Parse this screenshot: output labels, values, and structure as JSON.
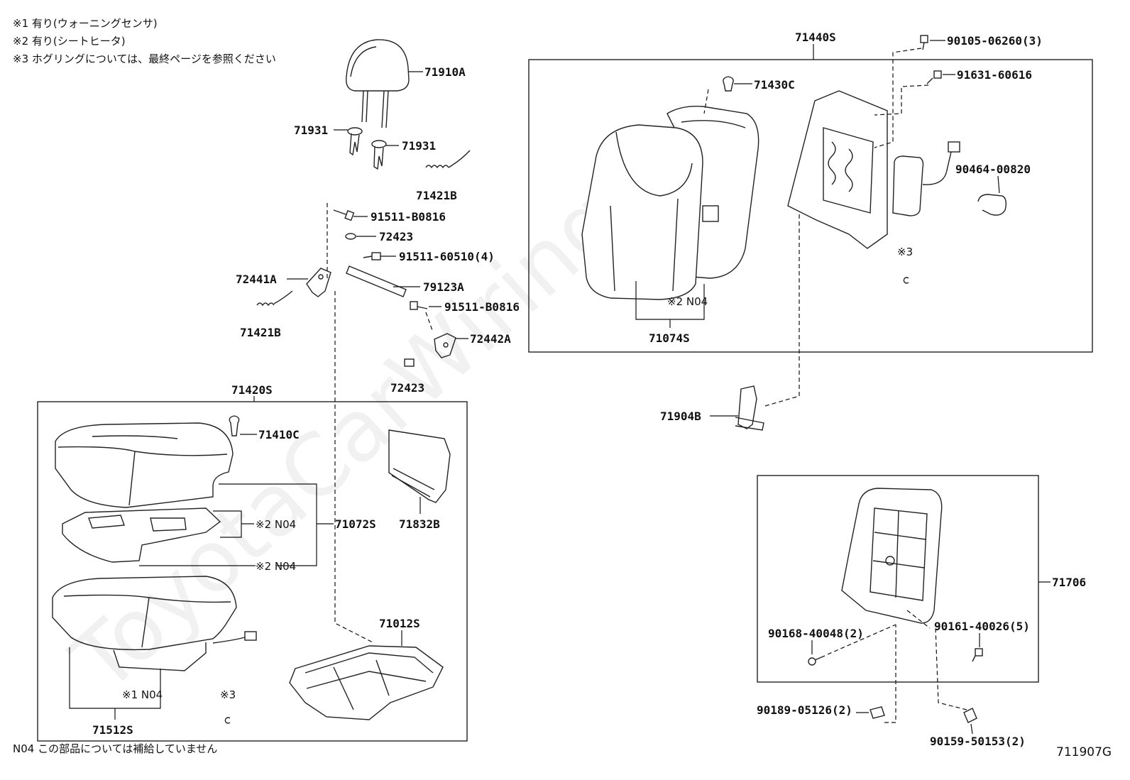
{
  "notes": [
    "※1 有り(ウォーニングセンサ)",
    "※2 有り(シートヒータ)",
    "※3  ホグリングについては、最終ページを参照ください"
  ],
  "footer_note": "N04 この部品については補給していません",
  "diagram_id": "711907G",
  "watermark": "ToyotaCarWiring.ru",
  "labels": {
    "p71910A": "71910A",
    "p71931a": "71931",
    "p71931b": "71931",
    "p71421Ba": "71421B",
    "p91511B0816a": "91511-B0816",
    "p72423a": "72423",
    "p91511_60510": "91511-60510(4)",
    "p72441A": "72441A",
    "p79123A": "79123A",
    "p91511B0816b": "91511-B0816",
    "p71421Bb": "71421B",
    "p72442A": "72442A",
    "p72423b": "72423",
    "p71420S": "71420S",
    "p71410C": "71410C",
    "p71072S": "71072S",
    "p71832B": "71832B",
    "p71012S": "71012S",
    "p71512S": "71512S",
    "p71440S": "71440S",
    "p90105": "90105-06260(3)",
    "p91631": "91631-60616",
    "p71430C": "71430C",
    "p90464": "90464-00820",
    "p71074S": "71074S",
    "p71904B": "71904B",
    "p71706": "71706",
    "p90168": "90168-40048(2)",
    "p90161": "90161-40026(5)",
    "p90189": "90189-05126(2)",
    "p90159": "90159-50153(2)"
  },
  "small_labels": {
    "n04_back": "※2 N04",
    "n04_upper": "※2 N04",
    "n04_lower": "※2 N04",
    "n04_cushion": "※1 N04",
    "ref3_back": "※3",
    "ref3_cushion": "※3"
  }
}
